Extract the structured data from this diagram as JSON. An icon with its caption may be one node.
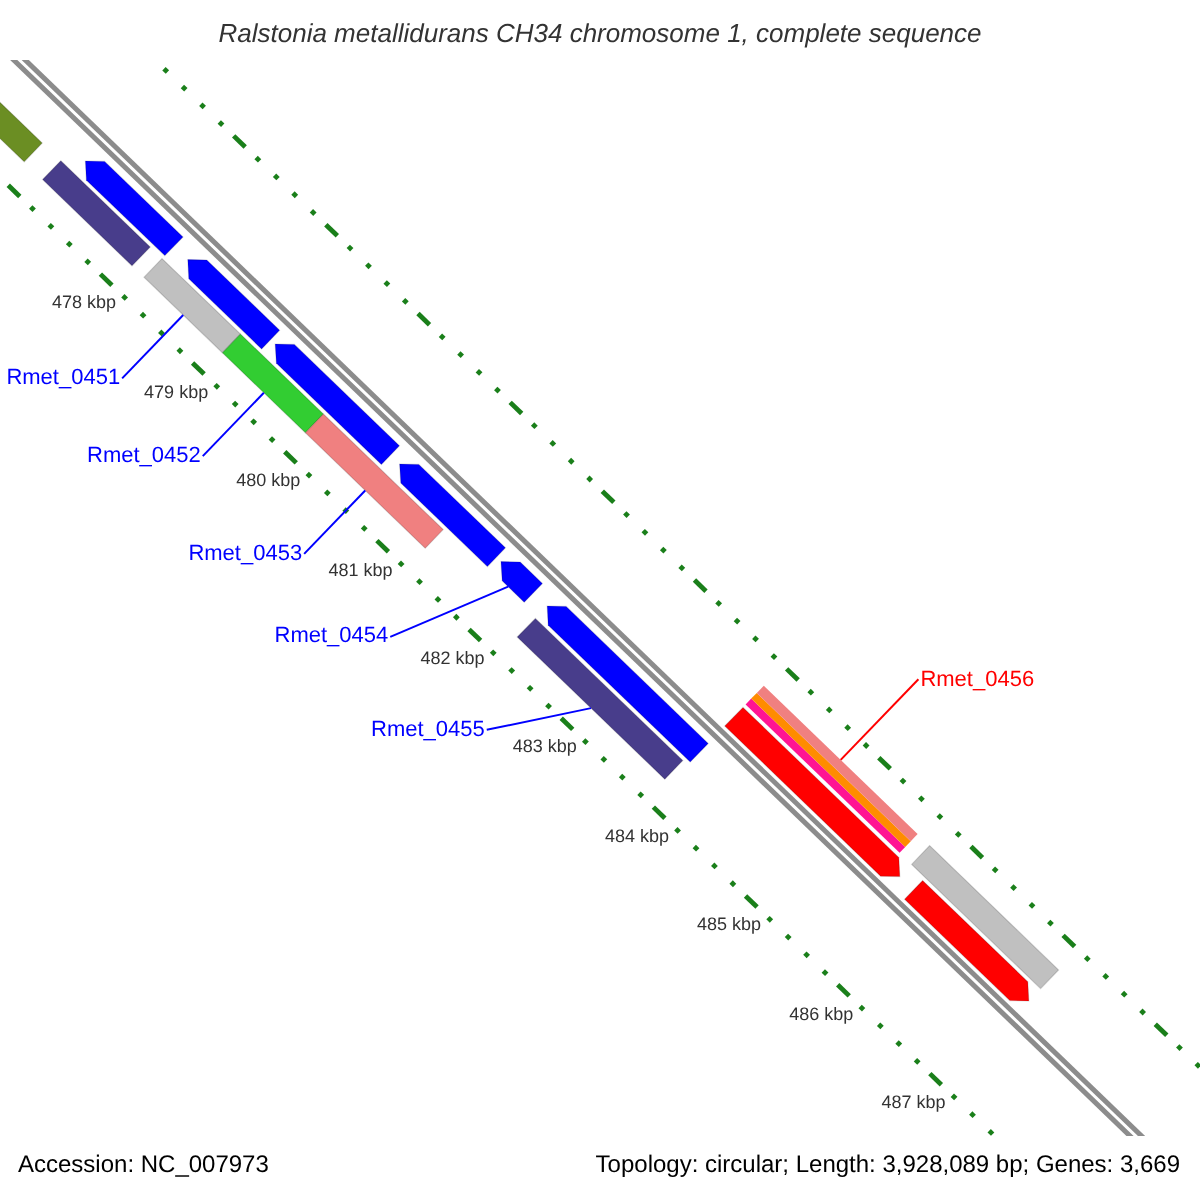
{
  "diagram": {
    "title": "Ralstonia metallidurans CH34 chromosome 1, complete sequence",
    "nodes": [
      {
        "text": [
          "Rmet_0451"
        ]
      },
      {
        "text": [
          "Rmet_0452"
        ]
      },
      {
        "text": [
          "Rmet_0453"
        ]
      },
      {
        "text": [
          "Rmet_0454"
        ]
      },
      {
        "text": [
          "Rmet_0455"
        ]
      },
      {
        "text": [
          "Rmet_0456"
        ]
      },
      {
        "text": [],
        "shape": "bar"
      },
      {
        "text": [],
        "shape": "bar"
      },
      {
        "text": [],
        "shape": "bar"
      },
      {
        "text": [],
        "shape": "bar"
      },
      {
        "text": [],
        "shape": "bar"
      },
      {
        "text": [],
        "shape": "bar"
      },
      {
        "text": [],
        "shape": "bar"
      },
      {
        "text": [],
        "shape": "bar"
      },
      {
        "text": [],
        "shape": "bar"
      },
      {
        "text": [],
        "shape": "bar"
      },
      {
        "text": [],
        "shape": "bar"
      },
      {
        "text": [],
        "shape": "bar"
      },
      {
        "text": [],
        "shape": "bar"
      },
      {
        "text": [],
        "shape": "bar"
      },
      {
        "text": [],
        "shape": "bar"
      },
      {
        "text": [],
        "shape": "bar"
      }
    ],
    "edges": [
      {
        "from": 0,
        "to": 9,
        "arrow": "none"
      },
      {
        "from": 1,
        "to": 11,
        "arrow": "none"
      },
      {
        "from": 2,
        "to": 13,
        "arrow": "none"
      },
      {
        "from": 3,
        "to": 15,
        "arrow": "none"
      },
      {
        "from": 4,
        "to": 17,
        "arrow": "none"
      },
      {
        "from": 5,
        "to": 19,
        "arrow": "none",
        "color": "#ff0000"
      }
    ],
    "labels": [
      "478 kbp",
      "479 kbp",
      "480 kbp",
      "481 kbp",
      "482 kbp",
      "483 kbp",
      "484 kbp",
      "485 kbp",
      "486 kbp",
      "487 kbp",
      "Accession: NC_007973",
      "Topology: circular; Length: 3,928,089 bp; Genes: 3,669"
    ]
  }
}
